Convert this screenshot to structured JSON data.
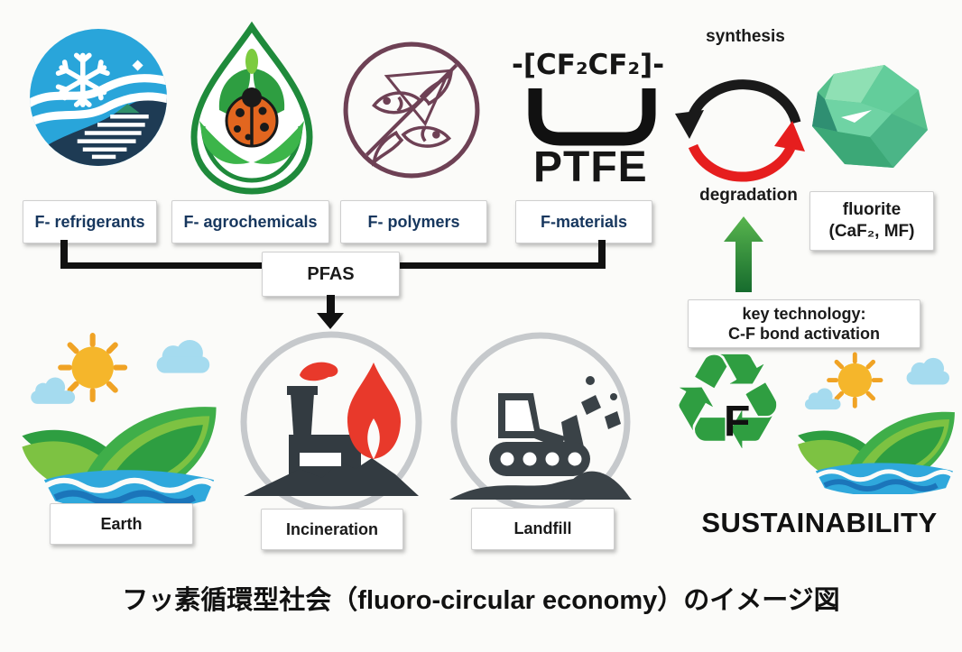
{
  "top_labels": [
    {
      "label": "F- refrigerants"
    },
    {
      "label": "F- agrochemicals"
    },
    {
      "label": "F- polymers"
    },
    {
      "label": "F-materials"
    }
  ],
  "pfas": {
    "label": "PFAS"
  },
  "ptfe": {
    "formula": "-[CF₂CF₂]-",
    "name": "PTFE"
  },
  "cycle": {
    "synthesis": "synthesis",
    "degradation": "degradation"
  },
  "fluorite": {
    "name": "fluorite",
    "formula": "(CaF₂, MF)"
  },
  "key_technology": {
    "line1": "key technology:",
    "line2": "C-F bond activation"
  },
  "disposal": {
    "earth": "Earth",
    "incineration": "Incineration",
    "landfill": "Landfill"
  },
  "sustainability": {
    "title": "SUSTAINABILITY",
    "recycle_letter": "F"
  },
  "caption": "フッ素循環型社会（fluoro-circular economy）のイメージ図",
  "colors": {
    "label_text_navy": "#17375e",
    "synthesis_arrow": "#1a1a1a",
    "degradation_arrow": "#e61e1e",
    "recycle_green": "#2f9e41",
    "fluorite_green": "#56c08c",
    "flame_red": "#e8392b",
    "silhouette_gray": "#333b41"
  }
}
